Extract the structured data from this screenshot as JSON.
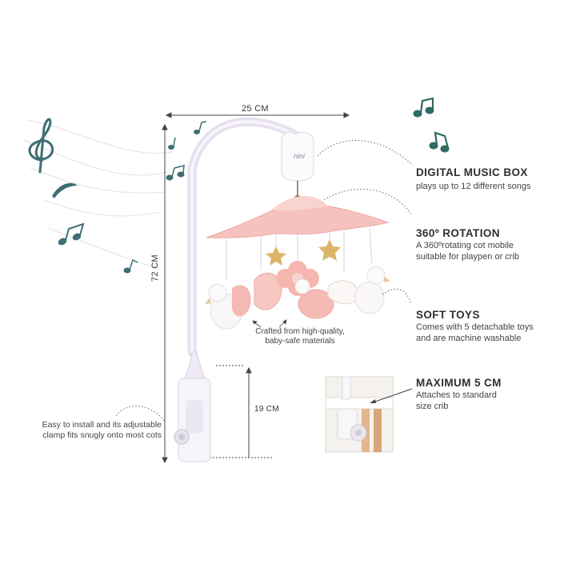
{
  "dimensions": {
    "width": "25 CM",
    "height": "72 CM",
    "clamp_height": "19 CM"
  },
  "brand": "nini",
  "features": [
    {
      "title": "DIGITAL MUSIC BOX",
      "desc": [
        "plays up to 12 different songs"
      ]
    },
    {
      "title": "360º ROTATION",
      "desc": [
        "A 360ºrotating cot mobile",
        "suitable for playpen or crib"
      ]
    },
    {
      "title": "SOFT TOYS",
      "desc": [
        "Comes with 5 detachable toys",
        "and  are machine washable"
      ]
    },
    {
      "title": "MAXIMUM 5 CM",
      "desc": [
        "Attaches to standard",
        "size crib"
      ]
    }
  ],
  "captions": {
    "materials": [
      "Crafted from high-quality,",
      "baby-safe materials"
    ],
    "clamp": [
      "Easy to install and its adjustable",
      "clamp fits snugly onto most cots"
    ]
  },
  "colors": {
    "note_teal": "#3e6e73",
    "note_green": "#2f6b64",
    "pink": "#f4b9b4",
    "arm": "#e9e3f1",
    "gold": "#d9b15a"
  }
}
